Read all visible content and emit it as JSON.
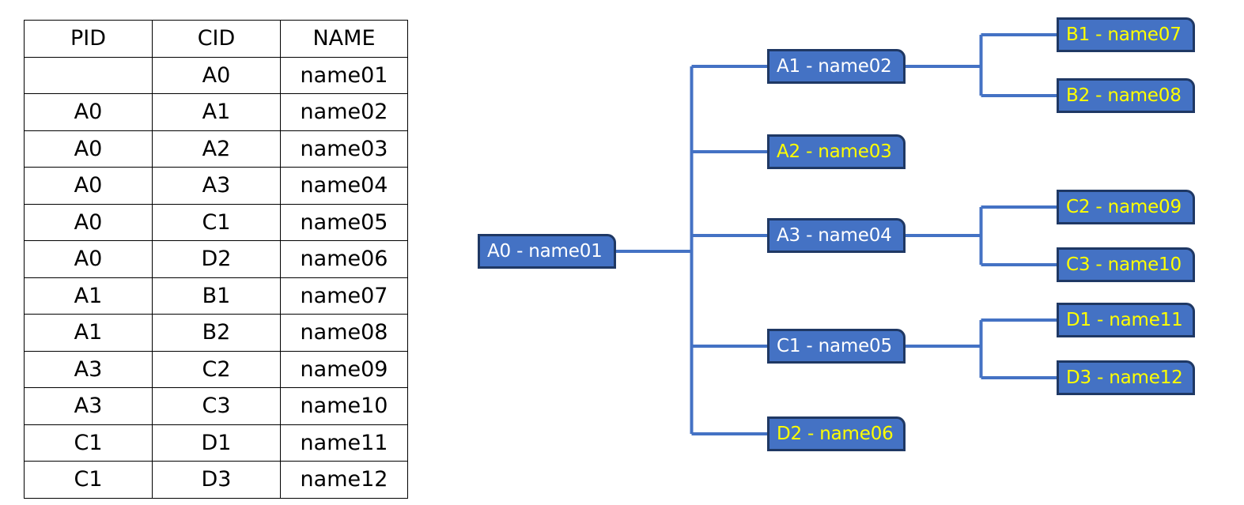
{
  "table": {
    "name": "pid-cid-name-table",
    "columns": [
      "PID",
      "CID",
      "NAME"
    ],
    "rows": [
      {
        "pid": "",
        "cid": "A0",
        "name": "name01"
      },
      {
        "pid": "A0",
        "cid": "A1",
        "name": "name02"
      },
      {
        "pid": "A0",
        "cid": "A2",
        "name": "name03"
      },
      {
        "pid": "A0",
        "cid": "A3",
        "name": "name04"
      },
      {
        "pid": "A0",
        "cid": "C1",
        "name": "name05"
      },
      {
        "pid": "A0",
        "cid": "D2",
        "name": "name06"
      },
      {
        "pid": "A1",
        "cid": "B1",
        "name": "name07"
      },
      {
        "pid": "A1",
        "cid": "B2",
        "name": "name08"
      },
      {
        "pid": "A3",
        "cid": "C2",
        "name": "name09"
      },
      {
        "pid": "A3",
        "cid": "C3",
        "name": "name10"
      },
      {
        "pid": "C1",
        "cid": "D1",
        "name": "name11"
      },
      {
        "pid": "C1",
        "cid": "D3",
        "name": "name12"
      }
    ]
  },
  "tree": {
    "colors": {
      "node_fill": "#4472C4",
      "node_border": "#1F3864",
      "connector": "#4472C4",
      "branch_text": "#FFFFFF",
      "leaf_text": "#FFFF00"
    },
    "nodes": [
      {
        "id": "A0",
        "label": "A0 - name01",
        "kind": "branch",
        "level": 0
      },
      {
        "id": "A1",
        "label": "A1 - name02",
        "kind": "branch",
        "level": 1
      },
      {
        "id": "A2",
        "label": "A2 - name03",
        "kind": "leaf",
        "level": 1
      },
      {
        "id": "A3",
        "label": "A3 - name04",
        "kind": "branch",
        "level": 1
      },
      {
        "id": "C1",
        "label": "C1 - name05",
        "kind": "branch",
        "level": 1
      },
      {
        "id": "D2",
        "label": "D2 - name06",
        "kind": "leaf",
        "level": 1
      },
      {
        "id": "B1",
        "label": "B1 - name07",
        "kind": "leaf",
        "level": 2
      },
      {
        "id": "B2",
        "label": "B2 - name08",
        "kind": "leaf",
        "level": 2
      },
      {
        "id": "C2",
        "label": "C2 - name09",
        "kind": "leaf",
        "level": 2
      },
      {
        "id": "C3",
        "label": "C3 - name10",
        "kind": "leaf",
        "level": 2
      },
      {
        "id": "D1",
        "label": "D1 - name11",
        "kind": "leaf",
        "level": 2
      },
      {
        "id": "D3",
        "label": "D3 - name12",
        "kind": "leaf",
        "level": 2
      }
    ],
    "edges": [
      {
        "from": "A0",
        "to": "A1"
      },
      {
        "from": "A0",
        "to": "A2"
      },
      {
        "from": "A0",
        "to": "A3"
      },
      {
        "from": "A0",
        "to": "C1"
      },
      {
        "from": "A0",
        "to": "D2"
      },
      {
        "from": "A1",
        "to": "B1"
      },
      {
        "from": "A1",
        "to": "B2"
      },
      {
        "from": "A3",
        "to": "C2"
      },
      {
        "from": "A3",
        "to": "C3"
      },
      {
        "from": "C1",
        "to": "D1"
      },
      {
        "from": "C1",
        "to": "D3"
      }
    ]
  }
}
